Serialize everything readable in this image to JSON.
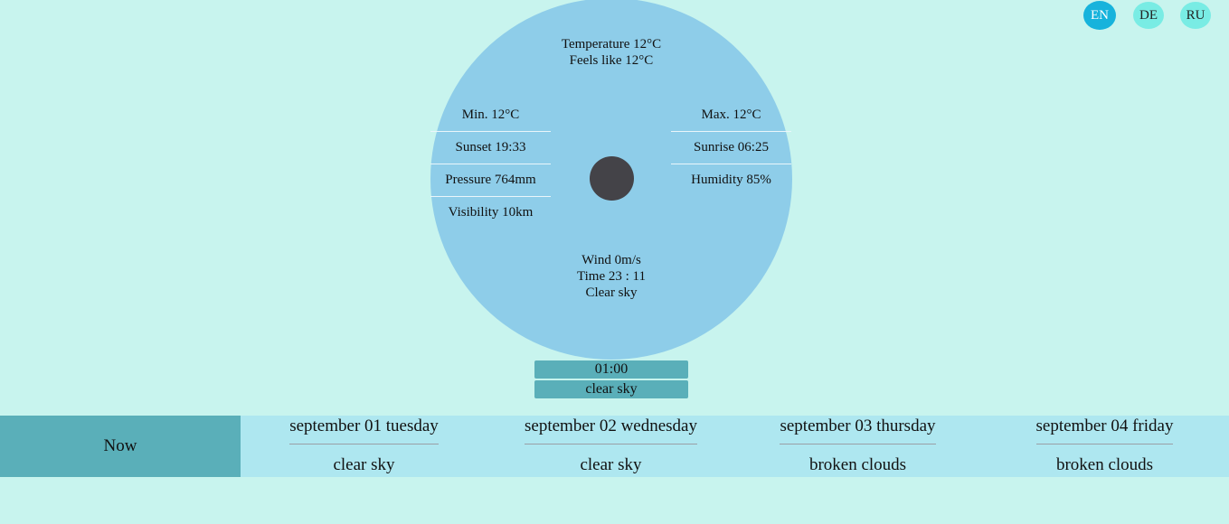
{
  "languages": [
    {
      "label": "EN",
      "active": true
    },
    {
      "label": "DE",
      "active": false
    },
    {
      "label": "RU",
      "active": false
    }
  ],
  "current": {
    "temperature": "Temperature 12°C",
    "feels_like": "Feels like 12°C",
    "min": "Min. 12°C",
    "max": "Max. 12°C",
    "sunset": "Sunset 19:33",
    "sunrise": "Sunrise 06:25",
    "pressure": "Pressure 764mm",
    "humidity": "Humidity 85%",
    "visibility": "Visibility 10km",
    "wind": "Wind 0m/s",
    "time": "Time 23 : 11",
    "sky": "Clear sky"
  },
  "hour_slot": {
    "time": "01:00",
    "description": "clear sky"
  },
  "forecast": {
    "now_label": "Now",
    "days": [
      {
        "date": "september 01 tuesday",
        "description": "clear sky"
      },
      {
        "date": "september 02 wednesday",
        "description": "clear sky"
      },
      {
        "date": "september 03 thursday",
        "description": "broken clouds"
      },
      {
        "date": "september 04 friday",
        "description": "broken clouds"
      }
    ]
  },
  "colors": {
    "background": "#c8f4ee",
    "circle": "#8ecde9",
    "accent_active_lang": "#17b3dc",
    "inactive_lang": "#79ece4",
    "now_tile": "#5aafb9",
    "forecast_bar": "#aee7f0",
    "center_dot": "#444348"
  }
}
